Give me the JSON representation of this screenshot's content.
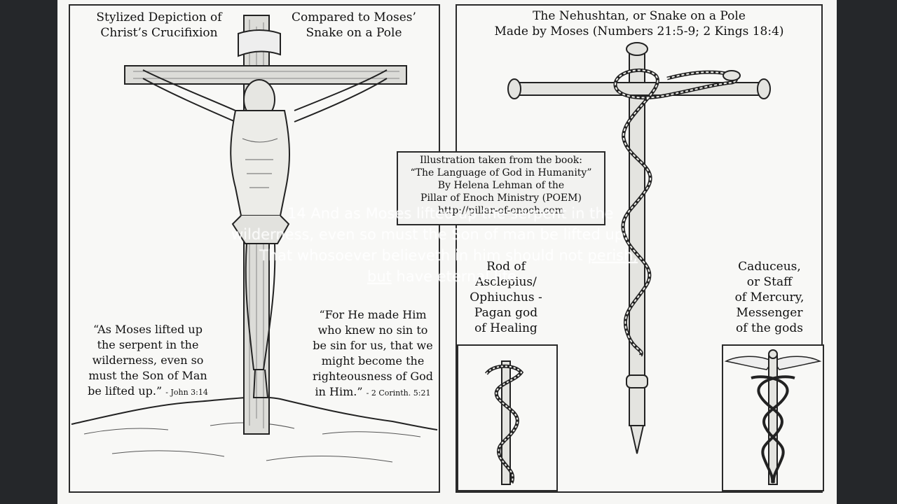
{
  "left_panel": {
    "caption_left": [
      "Stylized Depiction of",
      "Christ’s Crucifixion"
    ],
    "caption_right": [
      "Compared to Moses’",
      "Snake on a Pole"
    ],
    "quote_left": [
      "“As Moses lifted up",
      "the serpent in the",
      "wilderness, even so",
      "must the Son of Man",
      "be lifted up.”"
    ],
    "quote_left_ref": "- John 3:14",
    "quote_right": [
      "“For He made Him",
      "who knew no sin to",
      "be sin for us, that we",
      "might become the",
      "righteousness of God",
      "in Him.”"
    ],
    "quote_right_ref": "- 2 Corinth. 5:21"
  },
  "credit_box": {
    "lines": [
      "Illustration taken from the book:",
      "“The Language of God in Humanity”",
      "By Helena Lehman of the",
      "Pillar of Enoch Ministry (POEM)",
      "http://pillar-of-enoch.com"
    ]
  },
  "right_panel": {
    "title": [
      "The Nehushtan, or Snake on a Pole",
      "Made by Moses (Numbers 21:5-9; 2 Kings 18:4)"
    ],
    "asclepius_caption": [
      "Rod of",
      "Asclepius/",
      "Ophiuchus -",
      "Pagan god",
      "of Healing"
    ],
    "caduceus_caption": [
      "Caduceus,",
      "or Staff",
      "of Mercury,",
      "Messenger",
      "of the gods"
    ]
  },
  "overlay_text": {
    "line1": "14 And as Moses lifted up the serpent in the",
    "line2": "wilderness, even so must the Son of man be lifted up:",
    "line3_a": "That whosoever believeth in him should not ",
    "line3_b": "perish,",
    "line4_a": "but",
    "line4_b": " have eternal life."
  },
  "colors": {
    "ink": "#111111",
    "paper": "#f8f8f6",
    "backdrop": "#2b2d30"
  }
}
